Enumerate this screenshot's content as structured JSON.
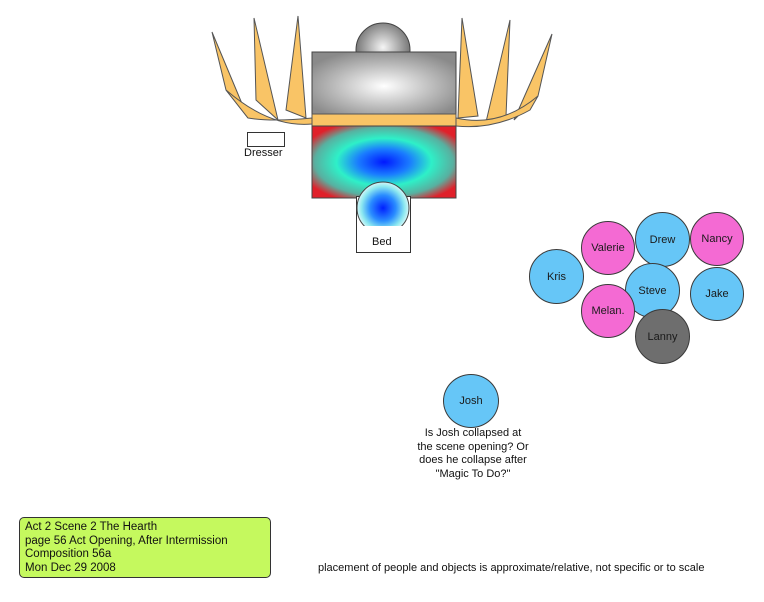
{
  "scenery": {
    "bed_label": "Bed",
    "dresser_label": "Dresser"
  },
  "people": [
    {
      "name": "Valerie",
      "color": "pink"
    },
    {
      "name": "Drew",
      "color": "blue"
    },
    {
      "name": "Nancy",
      "color": "pink"
    },
    {
      "name": "Kris",
      "color": "blue"
    },
    {
      "name": "Steve",
      "color": "blue"
    },
    {
      "name": "Jake",
      "color": "blue"
    },
    {
      "name": "Melan.",
      "color": "pink"
    },
    {
      "name": "Lanny",
      "color": "gray"
    },
    {
      "name": "Josh",
      "color": "blue"
    }
  ],
  "question": {
    "lines": [
      "Is Josh collapsed at",
      "the scene opening? Or",
      "does he collapse after",
      "\"Magic To Do?\""
    ]
  },
  "info": {
    "lines": [
      "Act 2 Scene 2 The Hearth",
      "page 56 Act Opening, After Intermission",
      "Composition 56a",
      "Mon Dec 29 2008"
    ]
  },
  "footnote": "placement of people and objects is approximate/relative, not specific or to scale",
  "colors": {
    "blue": "#66c6f7",
    "pink": "#f46ad3",
    "gray": "#6e6e6e",
    "fan": "#f9c466",
    "info_box": "#c5f95e"
  }
}
